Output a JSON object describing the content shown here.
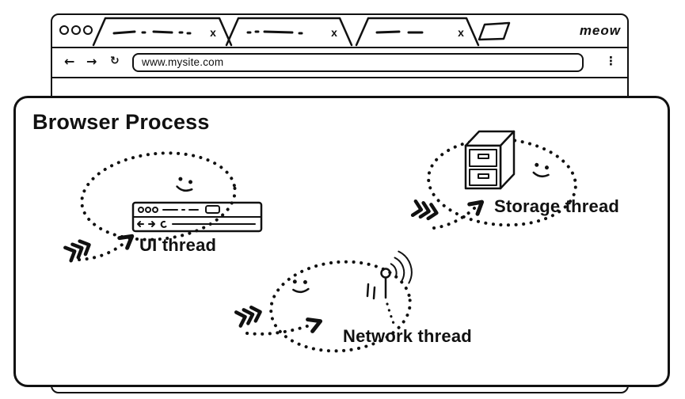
{
  "browser": {
    "brand": "meow",
    "tabs": [
      {
        "close": "x"
      },
      {
        "close": "x"
      },
      {
        "close": "x"
      }
    ],
    "nav": {
      "back_icon": "←",
      "forward_icon": "→",
      "reload_icon": "↻",
      "menu_icon": "⋮",
      "address": "www.mysite.com"
    }
  },
  "diagram": {
    "title": "Browser Process",
    "threads": [
      {
        "id": "ui",
        "label": "UI thread"
      },
      {
        "id": "network",
        "label": "Network thread"
      },
      {
        "id": "storage",
        "label": "Storage thread"
      }
    ]
  },
  "colors": {
    "ink": "#111111",
    "paper": "#ffffff"
  }
}
